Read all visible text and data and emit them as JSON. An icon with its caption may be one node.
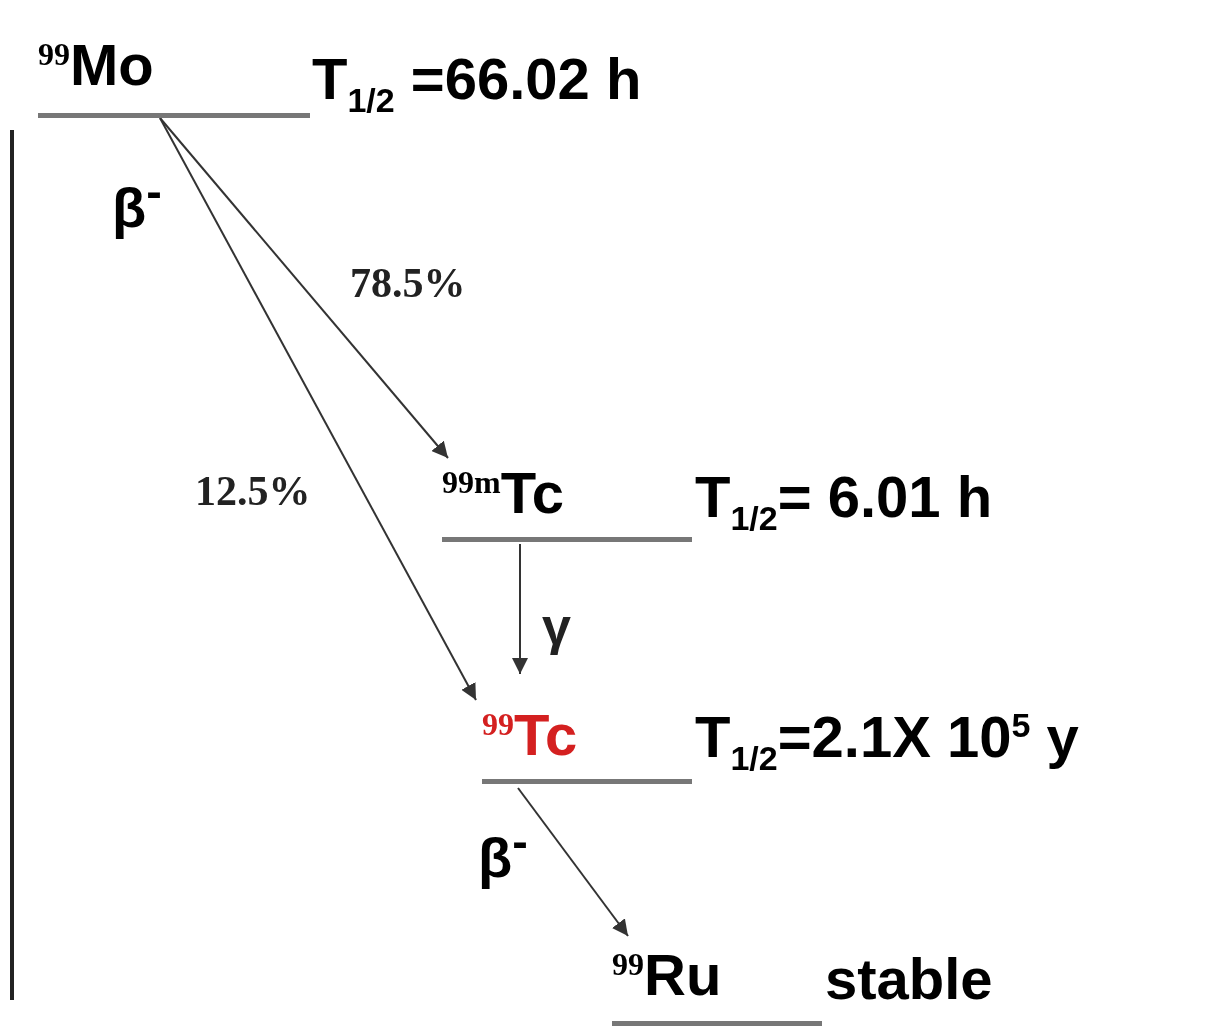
{
  "diagram": {
    "nodes": [
      {
        "text": [
          "$^{99}$Mo"
        ],
        "beside": [
          "T$_{1/2}$ =66.02 h"
        ]
      },
      {
        "text": [
          "$^{99m}$Tc"
        ],
        "beside": [
          "T$_{1/2}$= 6.01 h"
        ]
      },
      {
        "text": [
          "$^{99}$Tc"
        ],
        "beside": [
          "T$_{1/2}$=2.1X 10$^{5}$ y"
        ]
      },
      {
        "text": [
          "$^{99}$Ru"
        ],
        "beside": [
          "stable"
        ]
      }
    ],
    "edges": [
      {
        "from": 0,
        "to": 1,
        "arrow": "to",
        "label": "78.5%"
      },
      {
        "from": 0,
        "to": 2,
        "arrow": "to",
        "label": "12.5%"
      },
      {
        "from": 1,
        "to": 2,
        "arrow": "to",
        "label": "γ"
      },
      {
        "from": 2,
        "to": 3,
        "arrow": "to"
      }
    ],
    "labels": [
      "β$^{-}$",
      "β$^{-}$"
    ]
  }
}
